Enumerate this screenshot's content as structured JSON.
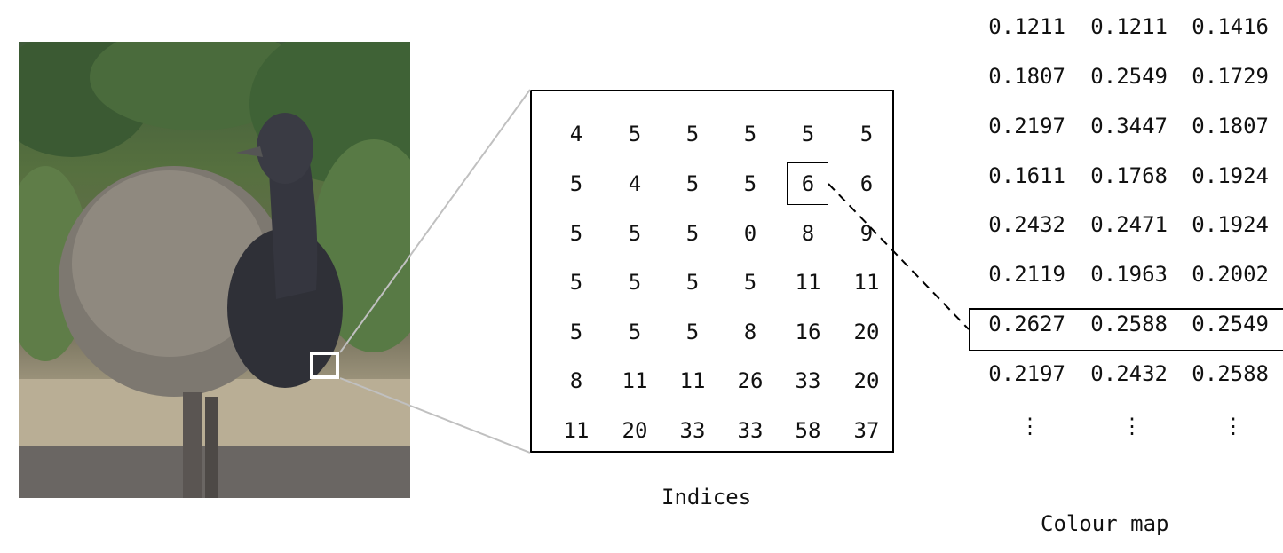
{
  "indices": {
    "label": "Indices",
    "rows": [
      [
        "4",
        "5",
        "5",
        "5",
        "5",
        "5"
      ],
      [
        "5",
        "4",
        "5",
        "5",
        "6",
        "6"
      ],
      [
        "5",
        "5",
        "5",
        "0",
        "8",
        "9"
      ],
      [
        "5",
        "5",
        "5",
        "5",
        "11",
        "11"
      ],
      [
        "5",
        "5",
        "5",
        "8",
        "16",
        "20"
      ],
      [
        "8",
        "11",
        "11",
        "26",
        "33",
        "20"
      ],
      [
        "11",
        "20",
        "33",
        "33",
        "58",
        "37"
      ]
    ],
    "highlighted": {
      "row": 1,
      "col": 4
    }
  },
  "colour_map": {
    "label": "Colour map",
    "rows": [
      [
        "0.1211",
        "0.1211",
        "0.1416"
      ],
      [
        "0.1807",
        "0.2549",
        "0.1729"
      ],
      [
        "0.2197",
        "0.3447",
        "0.1807"
      ],
      [
        "0.1611",
        "0.1768",
        "0.1924"
      ],
      [
        "0.2432",
        "0.2471",
        "0.1924"
      ],
      [
        "0.2119",
        "0.1963",
        "0.2002"
      ],
      [
        "0.2627",
        "0.2588",
        "0.2549"
      ],
      [
        "0.2197",
        "0.2432",
        "0.2588"
      ]
    ],
    "highlighted_row": 6,
    "ellipsis": "⋮"
  },
  "colors": {
    "zoom_lines": "#c0c0c0",
    "frame": "#000000"
  }
}
